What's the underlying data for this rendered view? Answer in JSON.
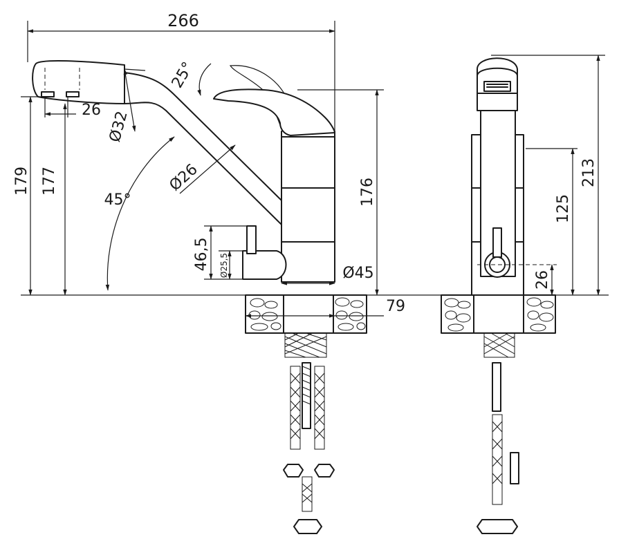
{
  "dimensions": {
    "overall_length": "266",
    "lever_angle": "25°",
    "aerator_offset": "26",
    "spout_head_dia": "Ø32",
    "spout_dia": "Ø26",
    "spout_angle": "45°",
    "height_179": "179",
    "height_177": "177",
    "body_height": "176",
    "knob_height": "46,5",
    "knob_dia": "Ø25,5",
    "body_dia": "Ø45",
    "base_width": "79",
    "overall_height": "213",
    "knob_center_height": "125",
    "knob_axis_height": "26"
  }
}
